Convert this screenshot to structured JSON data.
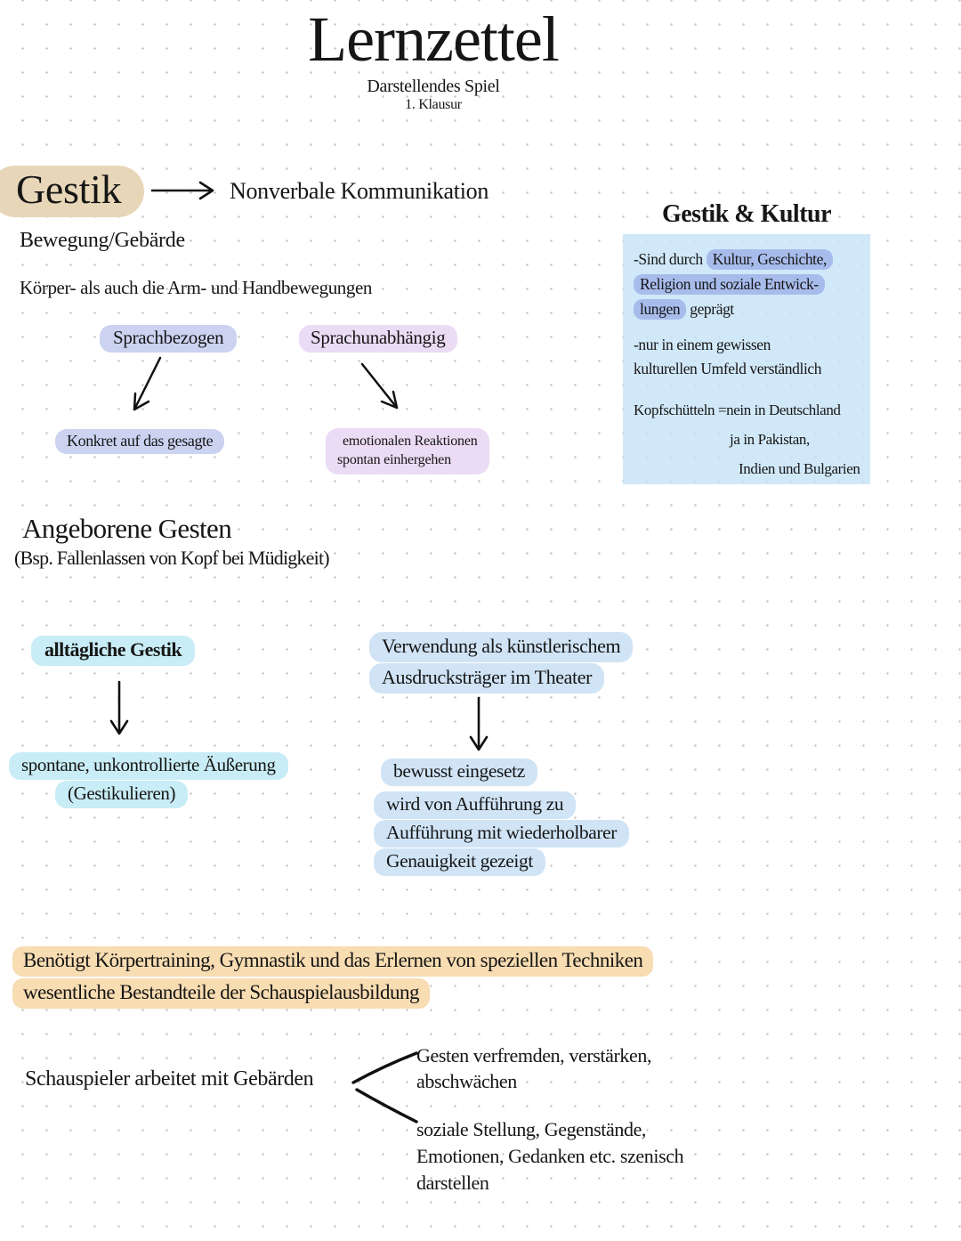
{
  "colors": {
    "tan": "#e8d6b8",
    "periwinkle": "#cbd3f1",
    "pink": "#ebdbf4",
    "boxblue": "#cde5f7",
    "hlblue": "#a8bcec",
    "cyan": "#c9edf6",
    "lightblue": "#d0e4f6",
    "orange": "#f8dcb2",
    "ink": "#161616",
    "dot": "#c9c9c9"
  },
  "header": {
    "title": "Lernzettel",
    "subtitle": "Darstellendes Spiel",
    "exam": "1. Klausur"
  },
  "gestik": {
    "heading": "Gestik",
    "definition": "Nonverbale Kommunikation",
    "sub1": "Bewegung/Gebärde",
    "sub2": "Körper- als auch die Arm- und Handbewegungen",
    "left": {
      "label": "Sprachbezogen",
      "result": "Konkret auf das gesagte"
    },
    "right": {
      "label": "Sprachunabhängig",
      "result1": "emotionalen Reaktionen",
      "result2": "spontan einhergehen"
    }
  },
  "kultur": {
    "title": "Gestik & Kultur",
    "p1": {
      "pre": "-Sind durch",
      "hl1": "Kultur, Geschichte,",
      "hl2": "Religion und soziale Entwick-",
      "hl3": "lungen",
      "post": "geprägt"
    },
    "p2l1": "-nur in einem gewissen",
    "p2l2": "kulturellen Umfeld verständlich",
    "p3l1": "Kopfschütteln =nein in Deutschland",
    "p3l2": "ja in Pakistan,",
    "p3l3": "Indien und Bulgarien"
  },
  "angeborene": {
    "heading": "Angeborene Gesten",
    "example": "(Bsp. Fallenlassen von Kopf bei Müdigkeit)"
  },
  "vergleich": {
    "alltag": {
      "label": "alltägliche Gestik",
      "result1": "spontane, unkontrollierte Äußerung",
      "result2": "(Gestikulieren)"
    },
    "theater": {
      "label1": "Verwendung als künstlerischem",
      "label2": "Ausdrucksträger im Theater",
      "result1": "bewusst eingesetz",
      "result2": "wird von Aufführung zu",
      "result3": "Aufführung mit wiederholbarer",
      "result4": "Genauigkeit gezeigt"
    }
  },
  "training": {
    "line1": "Benötigt Körpertraining, Gymnastik und das Erlernen von speziellen Techniken",
    "line2": "wesentliche Bestandteile der Schauspielausbildung"
  },
  "schauspieler": {
    "label": "Schauspieler arbeitet mit Gebärden",
    "branch1l1": "Gesten verfremden, verstärken,",
    "branch1l2": "abschwächen",
    "branch2l1": "soziale Stellung, Gegenstände,",
    "branch2l2": "Emotionen, Gedanken etc. szenisch",
    "branch2l3": "darstellen"
  }
}
